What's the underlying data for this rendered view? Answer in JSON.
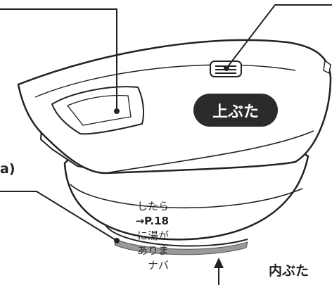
{
  "lid_label": "上ぶた",
  "inner_lid_label": "内ぶた",
  "heading_fragment": "a)",
  "note_lines": [
    "したら",
    "に湯が",
    "ありま",
    "ナバ"
  ],
  "page_ref": "→P.18",
  "colors": {
    "ink": "#222222",
    "badge_bg": "#2b2b2b",
    "gasket_gray": "#9a9a9a"
  }
}
